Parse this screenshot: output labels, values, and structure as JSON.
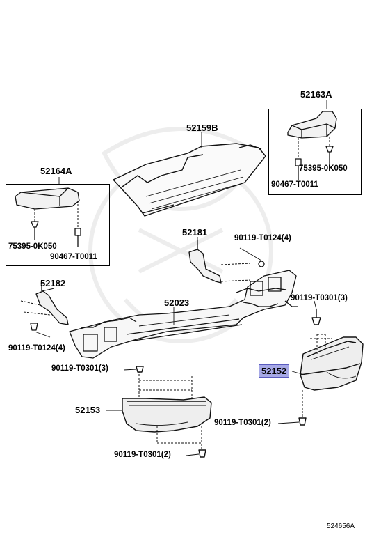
{
  "callouts": {
    "p52163A": "52163A",
    "p52159B": "52159B",
    "p52164A": "52164A",
    "p75395_r": "75395-0K050",
    "p90467_r": "90467-T0011",
    "p75395_l": "75395-0K050",
    "p90467_l": "90467-T0011",
    "p52181": "52181",
    "p90119_0124_top": "90119-T0124(4)",
    "p52182": "52182",
    "p52023": "52023",
    "p90119_0301_right": "90119-T0301(3)",
    "p90119_0124_left": "90119-T0124(4)",
    "p90119_0301_left": "90119-T0301(3)",
    "p52152": "52152",
    "p52153": "52153",
    "p90119_0301_2_right": "90119-T0301(2)",
    "p90119_0301_2_bottom": "90119-T0301(2)"
  },
  "highlighted_part": "52152",
  "highlight_color": "#a7a9e6",
  "diagram_ref": "524656A"
}
